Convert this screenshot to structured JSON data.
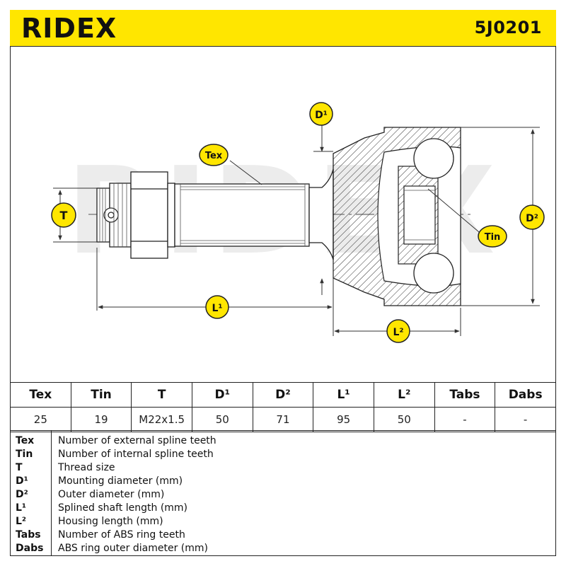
{
  "header": {
    "brand": "RIDEX",
    "part_number": "5J0201"
  },
  "drawing": {
    "watermark": "RIDEX",
    "labels": {
      "tex": "Tex",
      "tin": "Tin",
      "t": "T",
      "d1": "D¹",
      "d2": "D²",
      "l1": "L¹",
      "l2": "L²"
    }
  },
  "specs": {
    "headers": [
      "Tex",
      "Tin",
      "T",
      "D¹",
      "D²",
      "L¹",
      "L²",
      "Tabs",
      "Dabs"
    ],
    "values": [
      "25",
      "19",
      "M22x1.5",
      "50",
      "71",
      "95",
      "50",
      "-",
      "-"
    ]
  },
  "legend": [
    {
      "key": "Tex",
      "desc": "Number of external spline teeth"
    },
    {
      "key": "Tin",
      "desc": "Number of internal spline teeth"
    },
    {
      "key": "T",
      "desc": "Thread size"
    },
    {
      "key": "D¹",
      "desc": "Mounting diameter (mm)"
    },
    {
      "key": "D²",
      "desc": "Outer diameter (mm)"
    },
    {
      "key": "L¹",
      "desc": "Splined shaft length (mm)"
    },
    {
      "key": "L²",
      "desc": "Housing length (mm)"
    },
    {
      "key": "Tabs",
      "desc": "Number of ABS ring teeth"
    },
    {
      "key": "Dabs",
      "desc": "ABS ring outer diameter (mm)"
    }
  ],
  "colors": {
    "header_bg": "#ffe600",
    "badge": "#ffe600",
    "line": "#222222",
    "watermark": "#e9e9e9"
  }
}
